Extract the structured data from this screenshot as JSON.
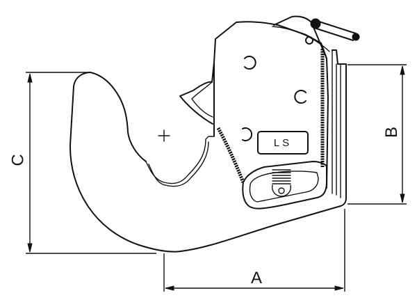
{
  "diagram": {
    "type": "technical-drawing",
    "subject": "tractor lower-link quick coupler hook",
    "stroke_color": "#111111",
    "background_color": "#ffffff",
    "plate_label": "LS",
    "center_mark": "+",
    "dimensions": {
      "A": {
        "label": "A",
        "orientation": "horizontal",
        "position": "bottom"
      },
      "B": {
        "label": "B",
        "orientation": "vertical",
        "position": "right"
      },
      "C": {
        "label": "C",
        "orientation": "vertical",
        "position": "left"
      }
    },
    "features": [
      "hook-body",
      "hook-throat-latch",
      "trigger-tab",
      "locking-body",
      "mounting-holes",
      "serrated-edge",
      "spring-window",
      "release-lever",
      "back-plate"
    ]
  }
}
